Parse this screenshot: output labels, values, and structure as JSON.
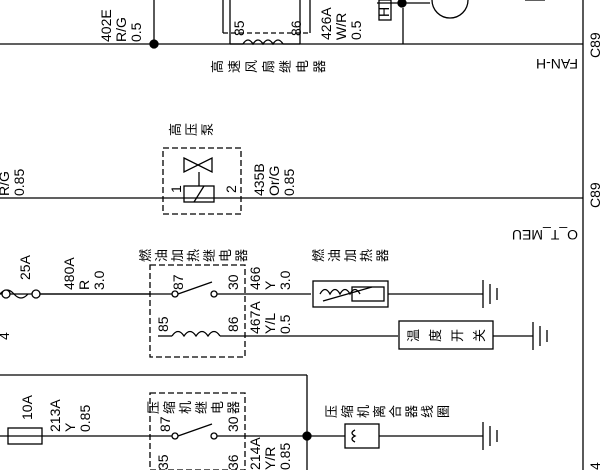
{
  "labels": {
    "w402e": "402E",
    "w402e_color": "R/G",
    "w402e_size": "0.5",
    "pin85_top": "85",
    "pin86_top": "86",
    "w426a": "426A",
    "w426a_color": "W/R",
    "w426a_size": "0.5",
    "h_mark": "H",
    "fan_h": "FAN-H",
    "c89_top": "C89",
    "hs_relay_name": [
      "高",
      "速",
      "风",
      "扇",
      "继",
      "电",
      "器"
    ],
    "pump_name": [
      "高",
      "压",
      "泵"
    ],
    "rg_color": "R/G",
    "rg_size": "0.85",
    "pump_pin1": "1",
    "pump_pin2": "2",
    "w435b": "435B",
    "w435b_color": "Or/G",
    "w435b_size": "0.85",
    "c89": "C89",
    "o_t_meu": "O_T_MEU",
    "fuse25a": "25A",
    "w480a": "480A",
    "w480a_color": "R",
    "w480a_size": "3.0",
    "fuel_relay_name": [
      "燃",
      "油",
      "加",
      "热",
      "继",
      "电",
      "器"
    ],
    "pin87_a": "87",
    "pin30_a": "30",
    "w466": "466",
    "w466_color": "Y",
    "w466_size": "3.0",
    "heater_name": [
      "燃",
      "油",
      "加",
      "热",
      "器"
    ],
    "pin85_a": "85",
    "pin86_a": "86",
    "w467a": "467A",
    "w467a_color": "Y/L",
    "w467a_size": "0.5",
    "temp_switch": [
      "温",
      "度",
      "开",
      "关"
    ],
    "fuse10a": "10A",
    "w213a": "213A",
    "w213a_color": "Y",
    "w213a_size": "0.85",
    "comp_relay_name": [
      "压",
      "缩",
      "机",
      "继",
      "电",
      "器"
    ],
    "pin87_b": "87",
    "pin30_b": "30",
    "clutch_name": [
      "压",
      "缩",
      "机",
      "离",
      "合",
      "器",
      "线",
      "圈"
    ],
    "pin85_b": "35",
    "pin86_b": "36",
    "w214a": "214A",
    "w214a_color": "Y/R",
    "w214a_size": "0.85",
    "left_partial": "4",
    "bottom_right": "4"
  }
}
